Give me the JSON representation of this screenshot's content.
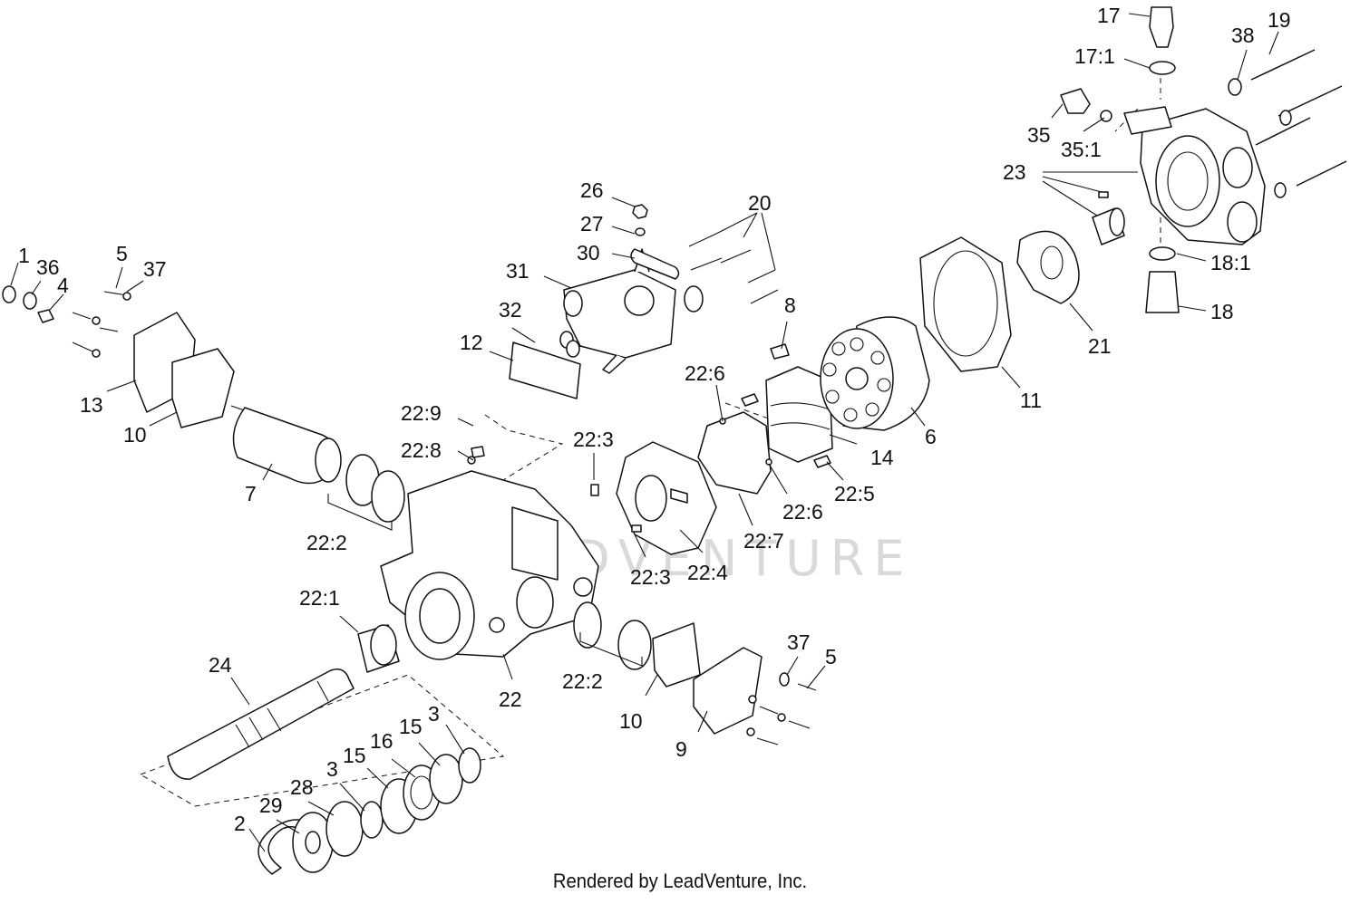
{
  "diagram": {
    "watermark": "LEADVENTURE",
    "footer": "Rendered by LeadVenture, Inc.",
    "callouts": [
      "1",
      "36",
      "4",
      "5",
      "37",
      "13",
      "10",
      "7",
      "22:2",
      "22:1",
      "24",
      "2",
      "29",
      "28",
      "3",
      "15",
      "16",
      "15",
      "3",
      "22",
      "22:9",
      "22:8",
      "12",
      "32",
      "31",
      "30",
      "27",
      "26",
      "20",
      "22:3",
      "22:4",
      "22:3",
      "22:6",
      "22:7",
      "22:6",
      "22:5",
      "8",
      "14",
      "6",
      "11",
      "21",
      "23",
      "35",
      "35:1",
      "17",
      "17:1",
      "38",
      "19",
      "18:1",
      "18",
      "22:2",
      "10",
      "9",
      "37",
      "5"
    ]
  }
}
